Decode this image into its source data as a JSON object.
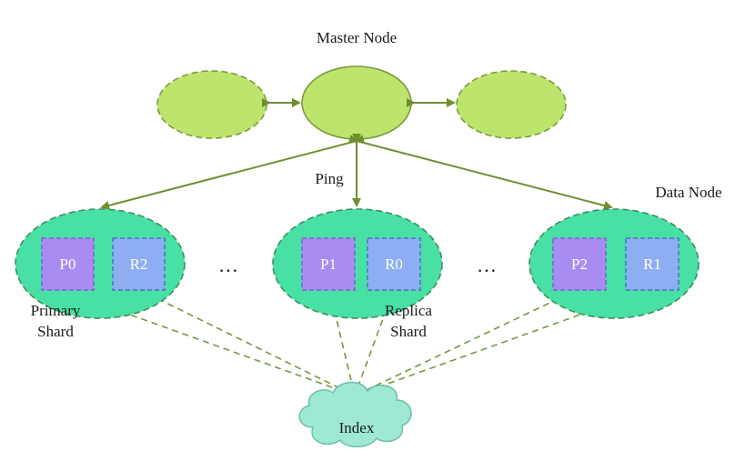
{
  "labels": {
    "master_node": "Master Node",
    "ping": "Ping",
    "data_node": "Data Node",
    "primary_shard_line1": "Primary",
    "primary_shard_line2": "Shard",
    "replica_shard_line1": "Replica",
    "replica_shard_line2": "Shard",
    "ellipsis_left": "…",
    "ellipsis_right": "…",
    "index": "Index"
  },
  "nodes": [
    {
      "shards": [
        {
          "label": "P0",
          "kind": "primary"
        },
        {
          "label": "R2",
          "kind": "replica"
        }
      ]
    },
    {
      "shards": [
        {
          "label": "P1",
          "kind": "primary"
        },
        {
          "label": "R0",
          "kind": "replica"
        }
      ]
    },
    {
      "shards": [
        {
          "label": "P2",
          "kind": "primary"
        },
        {
          "label": "R1",
          "kind": "replica"
        }
      ]
    }
  ],
  "colors": {
    "master_fill": "#bde56d",
    "master_stroke": "#7c9a3a",
    "arrow": "#6f8f2f",
    "data_node_fill": "#48e0a4",
    "data_node_stroke": "#3f8f5f",
    "primary_fill": "#a98cf2",
    "primary_stroke": "#7d5ed8",
    "replica_fill": "#8eaef4",
    "replica_stroke": "#4e6fc4",
    "index_fill": "#9ee8d4",
    "index_stroke": "#6cbfa8",
    "dashed_link": "#76983c"
  }
}
